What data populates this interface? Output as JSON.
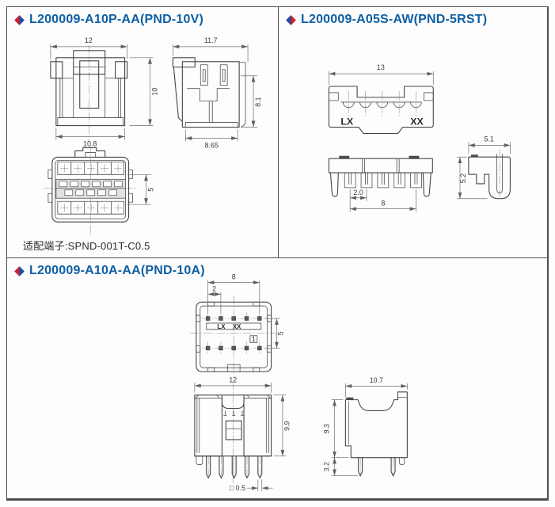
{
  "colors": {
    "title_blue": "#0e5fa4",
    "diamond_red": "#cf2030",
    "diamond_blue": "#1b4f9e",
    "line_dark": "#454545",
    "dim_gray": "#6e6e6e",
    "border_gray": "#4f4f4f"
  },
  "panels": {
    "p1": {
      "title": "L200009-A10P-AA(PND-10V)",
      "note": "适配端子:SPND-001T-C0.5",
      "front": {
        "w": "12",
        "h": "10",
        "bw": "10.8"
      },
      "side": {
        "w": "11.7",
        "h": "8.1",
        "bw": "8.65"
      },
      "rear": {
        "h": "5"
      }
    },
    "p2": {
      "title": "L200009-A05S-AW(PND-5RST)",
      "top": {
        "w": "13",
        "mark_left": "LX",
        "mark_right": "XX"
      },
      "front": {
        "pitch": "2.0",
        "span": "8"
      },
      "side": {
        "w": "5.1",
        "h": "5.2"
      }
    },
    "p3": {
      "title": "L200009-A10A-AA(PND-10A)",
      "top": {
        "span": "8",
        "pitch": "2",
        "rows": "5",
        "mark_left": "LX",
        "mark_right": "XX",
        "pin1": "1"
      },
      "front": {
        "w": "12",
        "h": "9.9",
        "pin": "□ 0.5"
      },
      "side": {
        "w": "10.7",
        "h": "9.3",
        "tail": "3.2"
      }
    }
  }
}
